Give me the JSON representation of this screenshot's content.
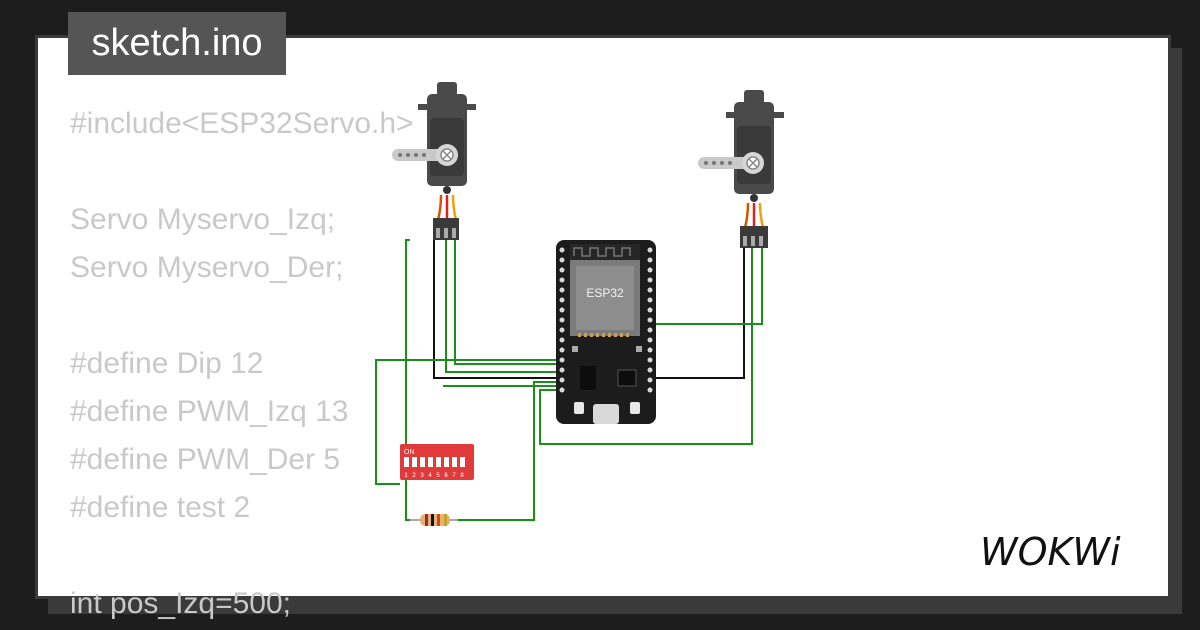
{
  "header": {
    "file_tab": "sketch.ino"
  },
  "code": {
    "lines": [
      "#include<ESP32Servo.h>",
      "",
      "Servo Myservo_Izq;",
      "Servo Myservo_Der;",
      "",
      "#define Dip 12",
      "#define PWM_Izq 13",
      "#define PWM_Der 5",
      "#define test 2",
      "",
      "int pos_Izq=500;"
    ]
  },
  "diagram": {
    "mcu_label": "ESP32",
    "dip_switch": {
      "on_label": "ON",
      "positions": [
        "1",
        "2",
        "3",
        "4",
        "5",
        "6",
        "7",
        "8"
      ]
    }
  },
  "brand": {
    "logo_text": "WOKWi"
  },
  "colors": {
    "wire_green": "#1a8f1a",
    "servo_body": "#4a4a4a",
    "dip_red": "#e03a3a",
    "board_black": "#1c1c1c"
  }
}
